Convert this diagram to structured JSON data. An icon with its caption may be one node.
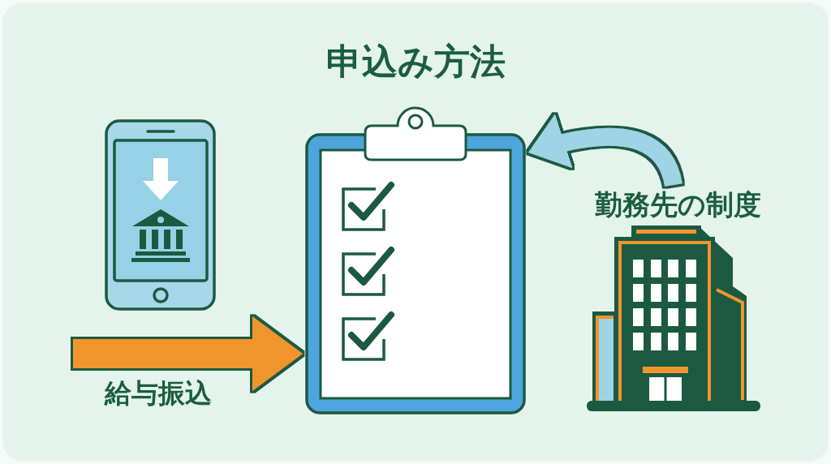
{
  "diagram": {
    "title": "申込み方法",
    "nodes": [
      {
        "text": [],
        "shape": "picture"
      },
      {
        "text": [],
        "shape": "picture"
      },
      {
        "text": [],
        "shape": "picture",
        "beside": [
          "勤務先の制度"
        ]
      }
    ],
    "edges": [
      {
        "from": null,
        "to": 1,
        "arrow": "to",
        "label": "給与振込",
        "color": "#f0952e"
      },
      {
        "from": 2,
        "to": 1,
        "arrow": "to",
        "color": "#9fd3e6"
      }
    ]
  }
}
